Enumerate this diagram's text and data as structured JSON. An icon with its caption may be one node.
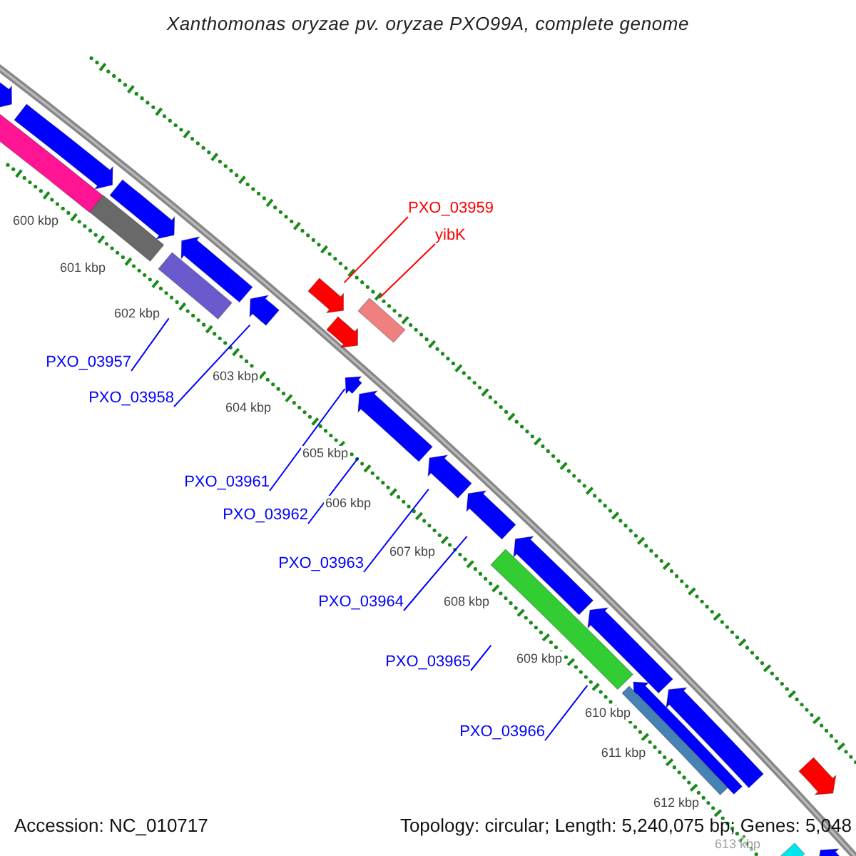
{
  "diagram": {
    "title": "Xanthomonas oryzae pv. oryzae PXO99A, complete genome",
    "nodes": [
      {
        "text": [
          "PXO_03959"
        ]
      },
      {
        "text": [
          "yibK"
        ]
      },
      {
        "text": [
          "PXO_03957"
        ]
      },
      {
        "text": [
          "PXO_03958"
        ]
      },
      {
        "text": [
          "PXO_03961"
        ]
      },
      {
        "text": [
          "PXO_03962"
        ]
      },
      {
        "text": [
          "PXO_03963"
        ]
      },
      {
        "text": [
          "PXO_03964"
        ]
      },
      {
        "text": [
          "PXO_03965"
        ]
      },
      {
        "text": [
          "PXO_03966"
        ]
      },
      {
        "text": [],
        "shape": "arrow"
      },
      {
        "text": [],
        "shape": "box"
      },
      {
        "text": [],
        "shape": "box"
      },
      {
        "text": [],
        "shape": "arrow"
      },
      {
        "text": [],
        "shape": "arrow"
      },
      {
        "text": [],
        "shape": "arrow"
      },
      {
        "text": [],
        "shape": "arrow"
      },
      {
        "text": [],
        "shape": "arrow"
      },
      {
        "text": [],
        "shape": "arrow"
      },
      {
        "text": [],
        "shape": "arrow"
      },
      {
        "text": [],
        "shape": "arrow"
      },
      {
        "text": [],
        "shape": "arrow"
      },
      {
        "text": [],
        "shape": "arrow"
      },
      {
        "text": [],
        "shape": "arrow"
      },
      {
        "text": [],
        "shape": "arrow"
      },
      {
        "text": [],
        "shape": "arrow"
      },
      {
        "text": [],
        "shape": "box"
      },
      {
        "text": [],
        "shape": "box"
      },
      {
        "text": [],
        "shape": "box"
      },
      {
        "text": [],
        "shape": "arrow"
      },
      {
        "text": [],
        "shape": "box"
      },
      {
        "text": [],
        "shape": "arrow"
      },
      {
        "text": [],
        "shape": "box"
      },
      {
        "text": [],
        "shape": "arrow"
      }
    ],
    "edges": [
      {
        "from": 0,
        "to": 10,
        "arrow": "none",
        "color": "#ff0000"
      },
      {
        "from": 1,
        "to": 11,
        "arrow": "none",
        "color": "#ff0000"
      },
      {
        "from": 2,
        "to": 12,
        "arrow": "none"
      },
      {
        "from": 3,
        "to": 13,
        "arrow": "none"
      },
      {
        "from": 4,
        "to": 14,
        "arrow": "none"
      },
      {
        "from": 5,
        "to": 15,
        "arrow": "none"
      },
      {
        "from": 6,
        "to": 16,
        "arrow": "none"
      },
      {
        "from": 7,
        "to": 17,
        "arrow": "none"
      },
      {
        "from": 8,
        "to": 28,
        "arrow": "none"
      },
      {
        "from": 9,
        "to": 19,
        "arrow": "none"
      }
    ],
    "labels": [
      "600 kbp",
      "601 kbp",
      "602 kbp",
      "603 kbp",
      "604 kbp",
      "605 kbp",
      "606 kbp",
      "607 kbp",
      "608 kbp",
      "609 kbp",
      "610 kbp",
      "611 kbp",
      "612 kbp",
      "613 kbp",
      "Accession: NC_010717",
      "Topology: circular; Length: 5,240,075 bp; Genes: 5,048"
    ]
  }
}
